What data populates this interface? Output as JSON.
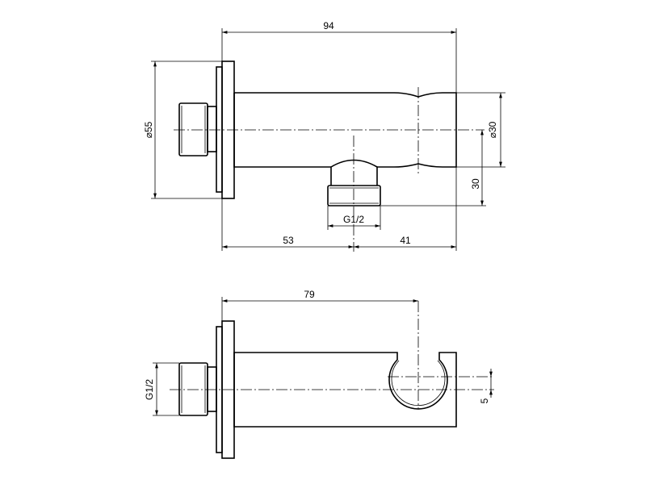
{
  "top_view": {
    "dim_total_length": "94",
    "dim_flange_diameter": "⌀55",
    "dim_tube_diameter": "⌀30",
    "dim_outlet_offset": "30",
    "dim_outlet_thread": "G1/2",
    "dim_left_to_outlet": "53",
    "dim_outlet_to_end": "41"
  },
  "bottom_view": {
    "dim_to_holder": "79",
    "dim_inlet_thread": "G1/2",
    "dim_holder_offset": "5"
  },
  "colors": {
    "line": "#000000",
    "background": "#ffffff"
  }
}
